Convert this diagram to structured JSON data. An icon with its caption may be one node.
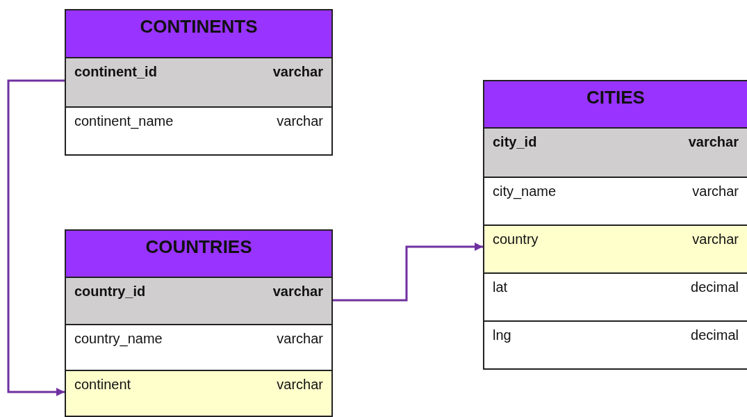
{
  "diagram": {
    "nodes": [
      {
        "text": [
          "CONTINENTS"
        ]
      },
      {
        "text": [
          "continent_id",
          "varchar"
        ],
        "in": 0
      },
      {
        "text": [
          "continent_name",
          "varchar"
        ],
        "in": 0
      },
      {
        "text": [
          "COUNTRIES"
        ]
      },
      {
        "text": [
          "country_id",
          "varchar"
        ],
        "in": 3
      },
      {
        "text": [
          "country_name",
          "varchar"
        ],
        "in": 3
      },
      {
        "text": [
          "continent",
          "varchar"
        ],
        "in": 3
      },
      {
        "text": [
          "CITIES"
        ]
      },
      {
        "text": [
          "city_id",
          "varchar"
        ],
        "in": 7
      },
      {
        "text": [
          "city_name",
          "varchar"
        ],
        "in": 7
      },
      {
        "text": [
          "country",
          "varchar"
        ],
        "in": 7
      },
      {
        "text": [
          "lat",
          "decimal"
        ],
        "in": 7
      },
      {
        "text": [
          "lng",
          "decimal"
        ],
        "in": 7
      }
    ],
    "edges": [
      {
        "from": 1,
        "to": 6,
        "arrow": "to",
        "color": "#7030a0"
      },
      {
        "from": 4,
        "to": 10,
        "arrow": "to",
        "color": "#7030a0"
      }
    ]
  }
}
